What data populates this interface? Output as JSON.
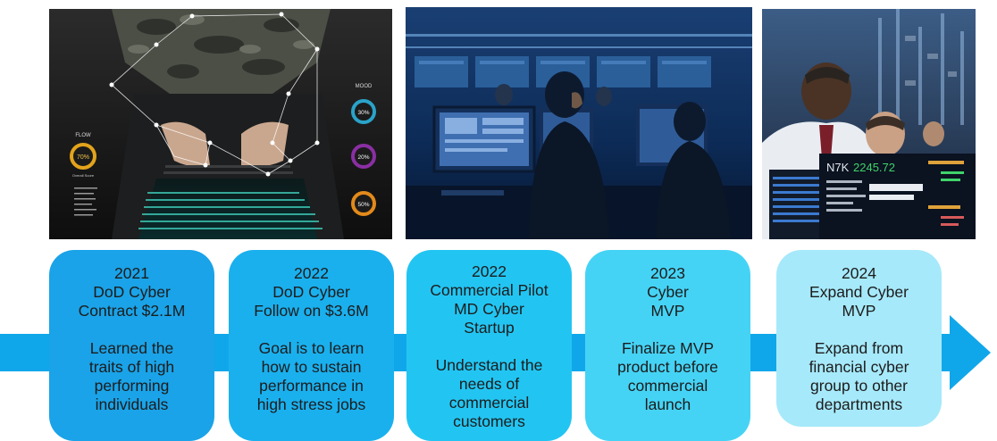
{
  "colors": {
    "arrow": "#10a7ea",
    "card_2021": "#1aa3e8",
    "card_2022_followon": "#1ab0ee",
    "card_2022_commercial": "#22c5f2",
    "card_2023": "#45d3f5",
    "card_2024": "#a6e9fa"
  },
  "photos": [
    {
      "icon": "cyber-keyboard-photo",
      "labels": {
        "flow": "FLOW",
        "flow_pct": "70%",
        "flow_caption": "Overall Score",
        "mood": "MOOD",
        "mood_pct_1": "30%",
        "mood_pct_2": "20%",
        "mood_pct_3": "50%"
      }
    },
    {
      "icon": "control-room-photo"
    },
    {
      "icon": "trading-desk-photo",
      "labels": {
        "ticker": "N7K",
        "price": "2245.72"
      }
    }
  ],
  "milestones": [
    {
      "year": "2021",
      "title": "DoD Cyber\nContract $2.1M",
      "desc": "Learned the\ntraits of high\nperforming\nindividuals"
    },
    {
      "year": "2022",
      "title": "DoD Cyber\nFollow on $3.6M",
      "desc": "Goal is to learn\nhow to sustain\nperformance in\nhigh stress jobs"
    },
    {
      "year": "2022",
      "title": "Commercial Pilot\nMD Cyber\nStartup",
      "desc": "Understand the\nneeds of\ncommercial\ncustomers"
    },
    {
      "year": "2023",
      "title": "Cyber\nMVP",
      "desc": "Finalize MVP\nproduct before\ncommercial\nlaunch"
    },
    {
      "year": "2024",
      "title": "Expand Cyber\nMVP",
      "desc": "Expand from\nfinancial cyber\ngroup to other\ndepartments"
    }
  ]
}
